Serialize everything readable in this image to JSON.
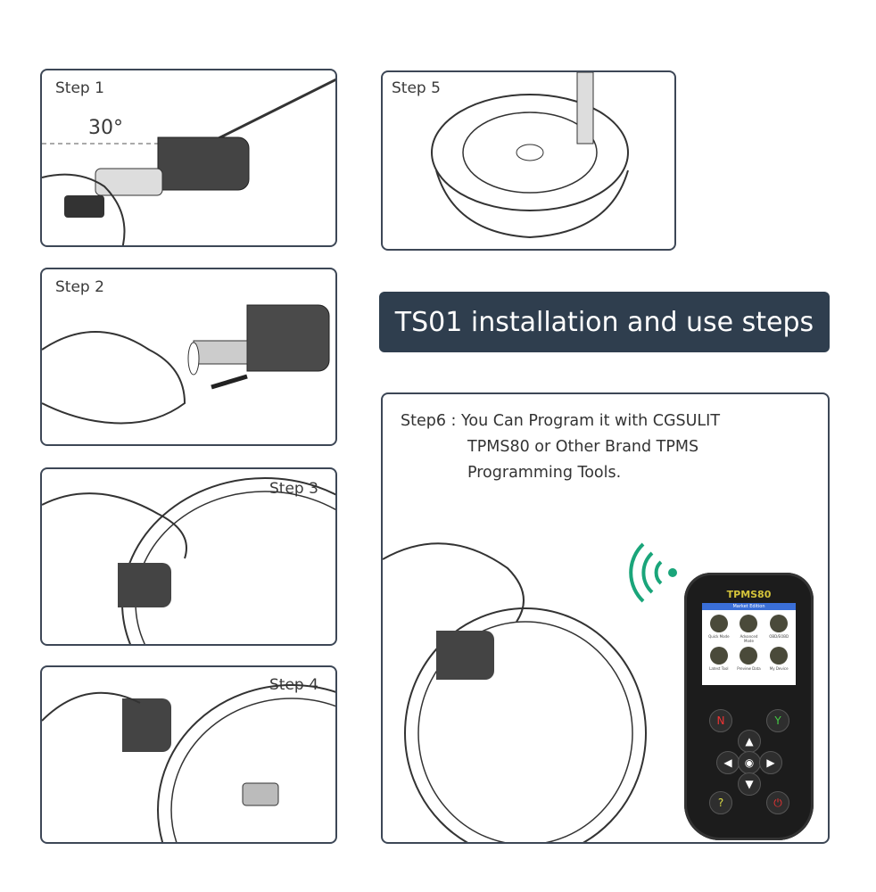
{
  "steps": {
    "step1": {
      "label": "Step 1",
      "angle": "30°"
    },
    "step2": {
      "label": "Step 2"
    },
    "step3": {
      "label": "Step 3"
    },
    "step4": {
      "label": "Step 4"
    },
    "step5": {
      "label": "Step 5"
    },
    "step6": {
      "label": "Step6 :",
      "line1": "You Can Program it with CGSULIT",
      "line2": "TPMS80 or Other Brand TPMS",
      "line3": "Programming Tools."
    }
  },
  "title": "TS01 installation and use steps",
  "device": {
    "brand": "TPMS80",
    "screen_header": "Market Edition",
    "menu": [
      "Quick Mode",
      "Advanced Mode",
      "OBD/EOBD",
      "Latest Tool",
      "Preview Data",
      "My Device"
    ],
    "buttons": {
      "n": "N",
      "y": "Y",
      "help": "?",
      "power": "⏻",
      "up": "▲",
      "down": "▼",
      "left": "◀",
      "right": "▶",
      "center": "◉"
    }
  },
  "colors": {
    "title_bg": "#2f3e4e",
    "border": "#3d4756",
    "signal": "#1aa57a"
  }
}
